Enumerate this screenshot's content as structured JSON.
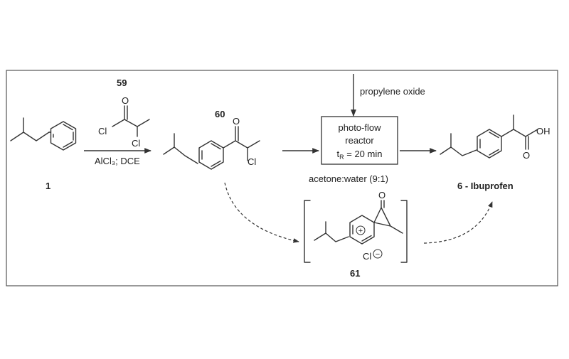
{
  "compounds": {
    "c1": {
      "label": "1"
    },
    "c59": {
      "label": "59"
    },
    "c60": {
      "label": "60"
    },
    "c61": {
      "label": "61"
    },
    "c6": {
      "label": "6 - Ibuprofen"
    }
  },
  "atoms": {
    "cl": "Cl",
    "o": "O",
    "oh": "OH",
    "cl_minus": "Cl"
  },
  "reagents": {
    "step1": "AlCl₃; DCE",
    "propylene": "propylene oxide",
    "solvent": "acetone:water (9:1)"
  },
  "reactor": {
    "line1": "photo-flow",
    "line2": "reactor",
    "line3_prefix": "t",
    "line3_sub": "R",
    "line3_suffix": " = 20 min"
  },
  "charges": {
    "plus": "+",
    "minus": "−"
  },
  "colors": {
    "frame_border": "#555555",
    "line": "#333333",
    "text": "#222222"
  }
}
